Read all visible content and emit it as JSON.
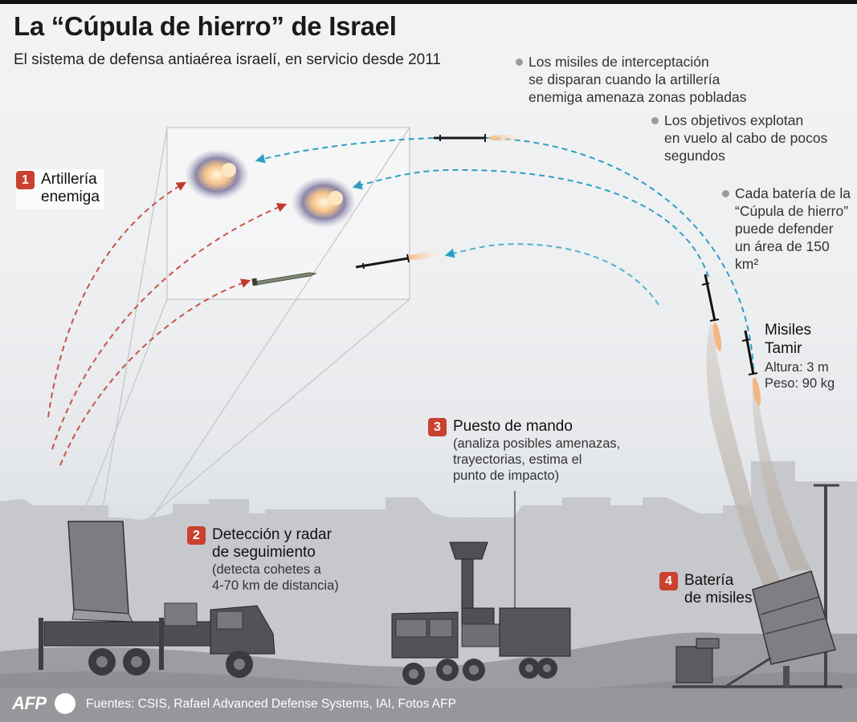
{
  "header": {
    "title": "La “Cúpula de hierro” de Israel",
    "subtitle": "El sistema de defensa antiaérea israelí, en servicio desde 2011"
  },
  "bullets": [
    {
      "lines": [
        "Los misiles de interceptación",
        "se disparan cuando la artillería",
        "enemiga amenaza zonas pobladas"
      ]
    },
    {
      "lines": [
        "Los objetivos explotan",
        "en vuelo al cabo de pocos",
        "segundos"
      ]
    },
    {
      "lines": [
        "Cada batería de la",
        "“Cúpula de hierro”",
        "puede defender",
        "un área de 150",
        "km²"
      ]
    }
  ],
  "components": [
    {
      "number": "1",
      "title_lines": [
        "Artillería",
        "enemiga"
      ],
      "desc_lines": []
    },
    {
      "number": "2",
      "title_lines": [
        "Detección y radar",
        "de seguimiento"
      ],
      "desc_lines": [
        "(detecta cohetes a",
        "4-70 km de distancia)"
      ]
    },
    {
      "number": "3",
      "title_lines": [
        "Puesto de mando"
      ],
      "desc_lines": [
        "(analiza posibles amenazas,",
        "trayectorias, estima el",
        "punto de impacto)"
      ]
    },
    {
      "number": "4",
      "title_lines": [
        "Batería",
        "de misiles"
      ],
      "desc_lines": []
    }
  ],
  "missile": {
    "title_lines": [
      "Misiles",
      "Tamir"
    ],
    "specs": [
      "Altura: 3 m",
      "Peso: 90 kg"
    ]
  },
  "footer": {
    "logo": "AFP",
    "sources": "Fuentes: CSIS, Rafael Advanced Defense Systems, IAI, Fotos AFP"
  },
  "colors": {
    "badge": "#c9412f",
    "enemy_trajectory": "#c0392b",
    "interceptor_trajectory": "#2e9fc4",
    "vehicle": "#5a5a5a",
    "ground": "#9a9b9e",
    "skyline": "#c4c6ca"
  }
}
